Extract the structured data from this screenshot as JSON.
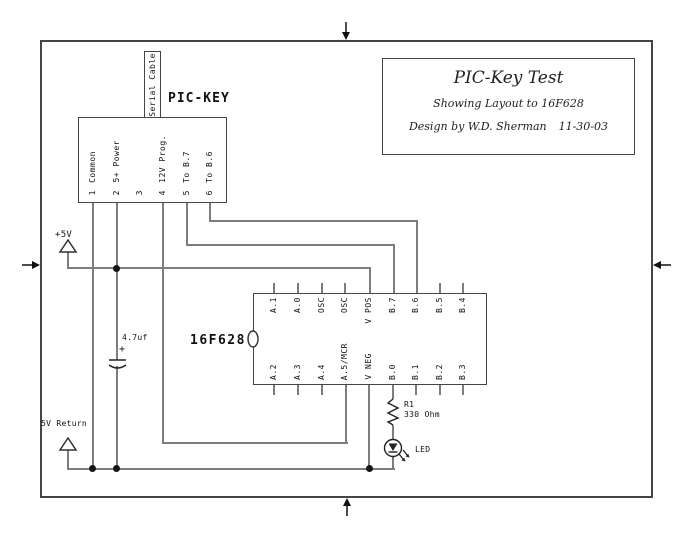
{
  "colors": {
    "background": "#ffffff",
    "line": "#454545",
    "wire": "#7d7d7d",
    "text": "#111111"
  },
  "title_block": {
    "title": "PIC-Key Test",
    "subtitle": "Showing Layout to 16F628",
    "credit": "Design by W.D. Sherman",
    "date": "11-30-03"
  },
  "pickey": {
    "name": "PIC-KEY",
    "cable": "Serial Cable",
    "pins": [
      {
        "n": "1",
        "label": "Common"
      },
      {
        "n": "2",
        "label": "5+ Power"
      },
      {
        "n": "3",
        "label": ""
      },
      {
        "n": "4",
        "label": "12V Prog."
      },
      {
        "n": "5",
        "label": "To B.7"
      },
      {
        "n": "6",
        "label": "To B.6"
      }
    ]
  },
  "chip": {
    "name": "16F628",
    "top_pins": [
      "A.1",
      "A.0",
      "OSC",
      "OSC",
      "V POS",
      "B.7",
      "B.6",
      "B.5",
      "B.4"
    ],
    "bottom_pins": [
      "A.2",
      "A.3",
      "A.4",
      "A.5/MCR",
      "V NEG",
      "B.0",
      "B.1",
      "B.2",
      "B.3"
    ]
  },
  "components": {
    "capacitor": {
      "value": "4.7uf",
      "polarity": "+"
    },
    "resistor": {
      "ref": "R1",
      "value": "330 Ohm"
    },
    "led": {
      "label": "LED"
    }
  },
  "power": {
    "positive": "+5V",
    "negative": "5V Return"
  },
  "symbols": [
    "serial-cable-connector",
    "polarized-capacitor-symbol",
    "resistor-zigzag-symbol",
    "led-diode-symbol",
    "power-triangle-symbol",
    "return-triangle-symbol",
    "border-connection-arrows",
    "chip-notch"
  ]
}
